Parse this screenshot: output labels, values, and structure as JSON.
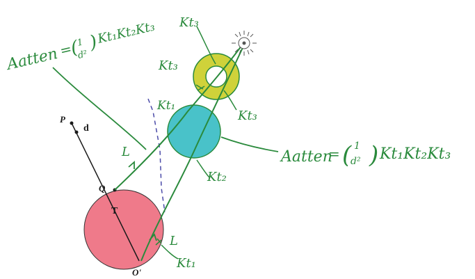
{
  "labels": {
    "p": "P",
    "d": "d",
    "q": "Q",
    "t": "T",
    "o_prime": "O'"
  },
  "annotations": {
    "atten_top": "A_atten = (1/d²) Kt₁ Kt₂ Kt₃",
    "atten_top_a": "Aatten",
    "atten_top_eq": "=",
    "atten_top_frac_num": "1",
    "atten_top_frac_den": "d²",
    "atten_top_k": "Kt₁Kt₂Kt₃",
    "atten_right_a": "Aatten",
    "atten_right_eq": "=",
    "atten_right_frac_num": "1",
    "atten_right_frac_den": "d²",
    "atten_right_k": "Kt₁Kt₂Kt₃",
    "kt3_top": "Kt₃",
    "kt3_left": "Kt₃",
    "kt3_right": "Kt₃",
    "kt1_upper": "Kt₁",
    "kt2": "Kt₂",
    "kt1_lower": "Kt₁",
    "l_upper": "L",
    "l_lower": "L"
  },
  "colors": {
    "ink_green": "#2a8a3c",
    "sphere_red": "#ef7a8a",
    "sphere_teal": "#49c2c9",
    "ring_yellow": "#cfd23a",
    "dashed_blue": "#4a4aa8",
    "text_black": "#1a1a1a"
  },
  "icons": {
    "light_source": "sun-icon"
  }
}
